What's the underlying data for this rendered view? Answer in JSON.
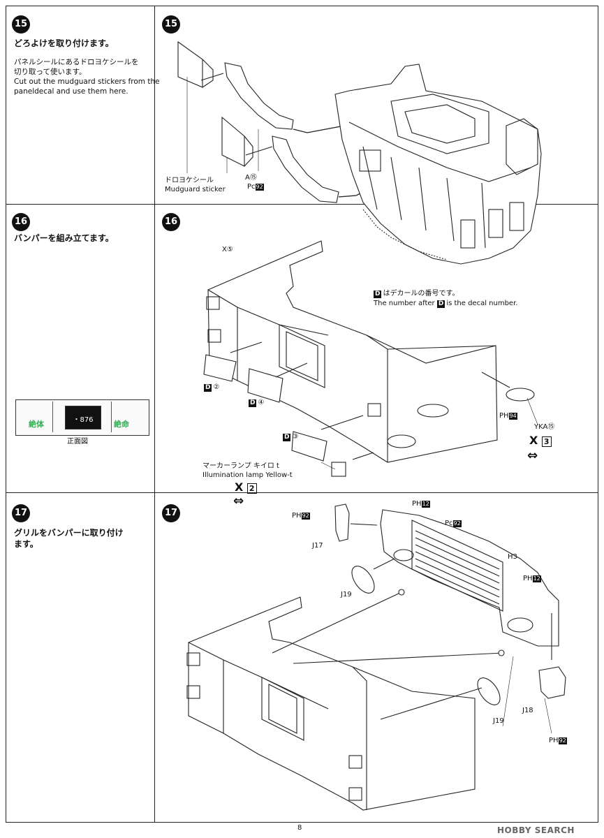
{
  "steps": [
    {
      "number": "15",
      "title_jp": "どろよけを取り付けます。",
      "desc_jp_1": "パネルシールにあるドロヨケシールを",
      "desc_jp_2": "切り取って使います。",
      "desc_en_1": "Cut out the mudguard stickers from the",
      "desc_en_2": " paneldecal and use them here."
    },
    {
      "number": "16",
      "title_jp": "バンパーを組み立てます。",
      "front_view": "正面図",
      "plate_text": "・876",
      "front_left": "絶体",
      "front_right": "絶命"
    },
    {
      "number": "17",
      "title_jp_1": "グリルをバンパーに取り付け",
      "title_jp_2": "ます。"
    }
  ],
  "diagram15": {
    "number": "15",
    "sticker_jp": "ドロヨケシール",
    "sticker_en": "Mudguard sticker",
    "part": "A⑮",
    "paint_prefix": "Pc",
    "paint_code": "92"
  },
  "diagram16": {
    "number": "16",
    "part_x": "X⑤",
    "note_box": "D",
    "note_jp": "はデカールの番号です。",
    "note_en_1": "The number after",
    "note_en_2": "is the decal number.",
    "decals": [
      {
        "box": "D",
        "num": "②"
      },
      {
        "box": "D",
        "num": "④"
      },
      {
        "box": "D",
        "num": "③"
      }
    ],
    "paint_prefix": "PH",
    "paint_code": "94",
    "part_yka": "YKA⑮",
    "x_count": "3",
    "marker_jp": "マーカーランプ キイロ t",
    "marker_en": "Illumination lamp Yellow-t",
    "x_count_2": "2"
  },
  "diagram17": {
    "number": "17",
    "paint_j17_prefix": "PH",
    "paint_j17_code": "92",
    "part_j17": "J17",
    "paint_top_prefix": "PH",
    "paint_top_code": "12",
    "paint_grill_prefix": "Pc",
    "paint_grill_code": "92",
    "part_h3": "H3",
    "paint_right_prefix": "PH",
    "paint_right_code": "12",
    "part_j19a": "J19",
    "part_j19b": "J19",
    "part_j18": "J18",
    "paint_j18_prefix": "PH",
    "paint_j18_code": "92"
  },
  "page_number": "8",
  "watermark": "HOBBY SEARCH"
}
